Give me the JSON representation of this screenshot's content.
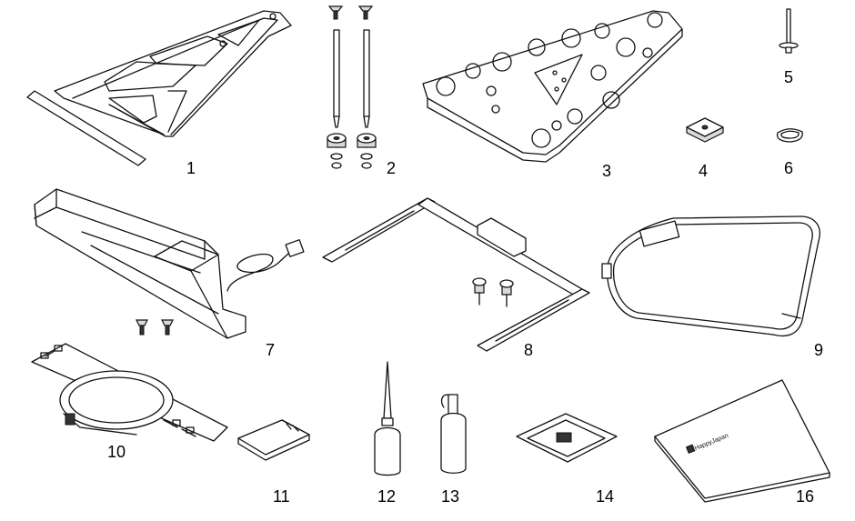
{
  "parts": [
    {
      "num": "1",
      "icon": "hoop-stand-icon"
    },
    {
      "num": "2",
      "icon": "stand-rods-icon"
    },
    {
      "num": "3",
      "icon": "table-plate-icon"
    },
    {
      "num": "4",
      "icon": "pad-icon"
    },
    {
      "num": "5",
      "icon": "pin-icon"
    },
    {
      "num": "6",
      "icon": "ring-icon"
    },
    {
      "num": "7",
      "icon": "arm-unit-icon"
    },
    {
      "num": "8",
      "icon": "frame-holder-icon"
    },
    {
      "num": "9",
      "icon": "large-hoop-icon"
    },
    {
      "num": "10",
      "icon": "cap-hoop-icon"
    },
    {
      "num": "11",
      "icon": "card-icon"
    },
    {
      "num": "12",
      "icon": "oiler-icon"
    },
    {
      "num": "13",
      "icon": "grease-bottle-icon"
    },
    {
      "num": "14",
      "icon": "packet-icon"
    },
    {
      "num": "16",
      "icon": "manual-icon"
    }
  ],
  "manual_brand": "HappyJapan",
  "colors": {
    "line": "#111111",
    "fill": "#ffffff",
    "shade": "#d9d9d9"
  }
}
